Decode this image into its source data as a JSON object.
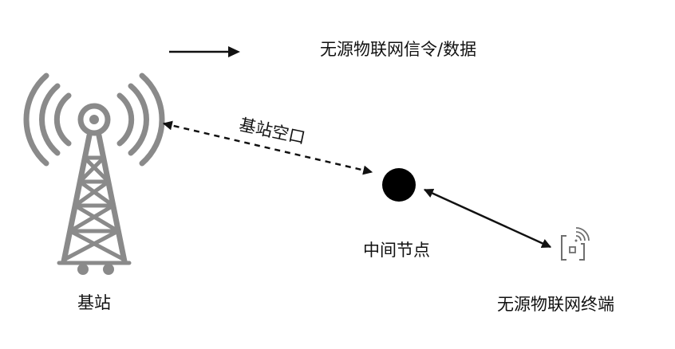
{
  "legend": {
    "arrow_meaning": "无源物联网信令/数据"
  },
  "nodes": {
    "base_station": {
      "label": "基站",
      "icon": "cell-tower-icon"
    },
    "intermediate_node": {
      "label": "中间节点",
      "icon": "node-dot"
    },
    "terminal": {
      "label": "无源物联网终端",
      "icon": "iot-terminal-icon"
    }
  },
  "links": {
    "base_station_air_interface": {
      "label": "基站空口",
      "style": "dashed"
    },
    "node_to_terminal": {
      "label": "",
      "style": "solid"
    }
  },
  "colors": {
    "ink": "#111111",
    "tower": "#8a8a8a",
    "terminal_icon": "#6f6f6f"
  }
}
